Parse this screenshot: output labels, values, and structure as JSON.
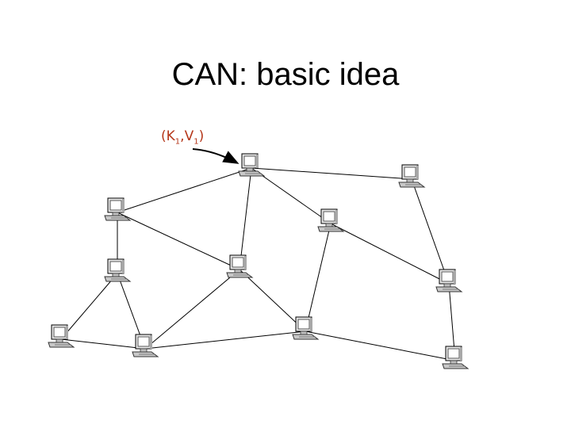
{
  "slide": {
    "title": "CAN: basic idea"
  },
  "key_value": {
    "k": "K",
    "k_sub": "1",
    "v": "V",
    "v_sub": "1",
    "color": "#b5371a"
  },
  "network": {
    "node_icon": "computer-icon",
    "node_count": 11,
    "link_count": 17
  }
}
